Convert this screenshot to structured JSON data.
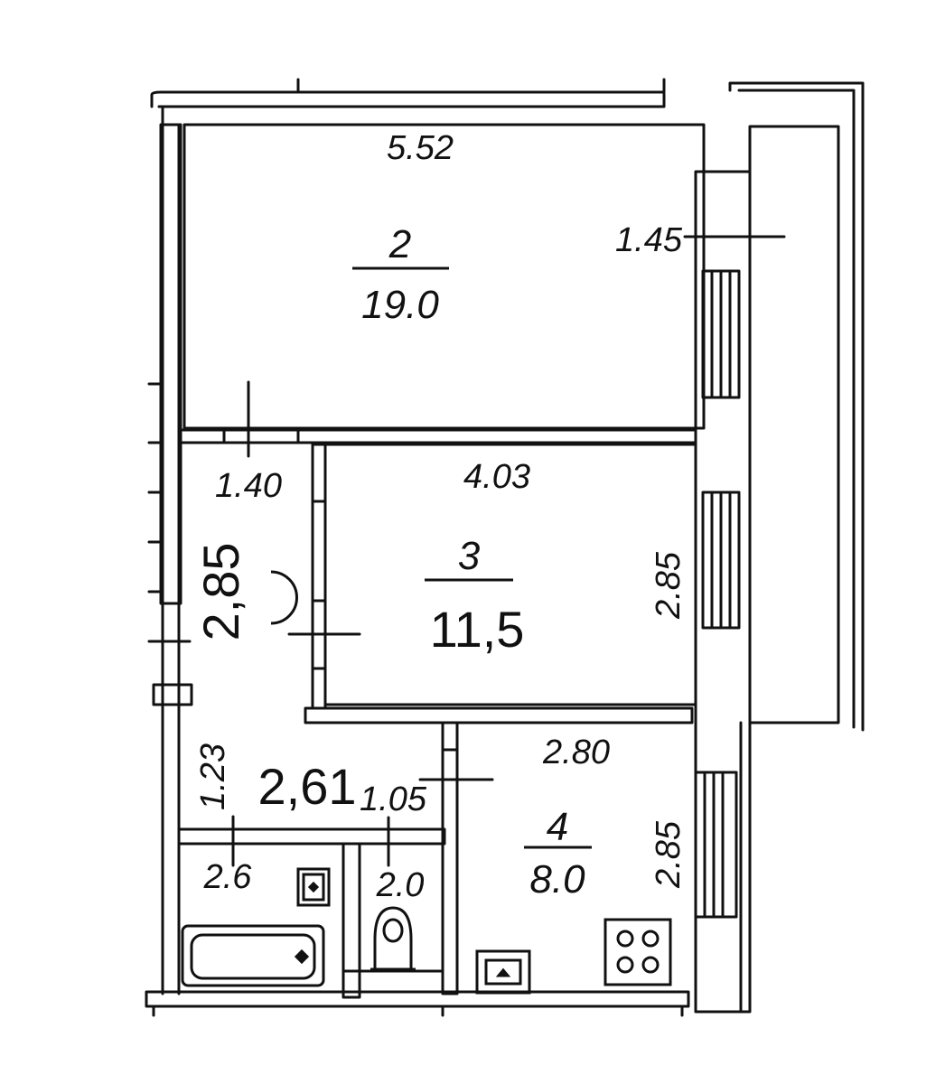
{
  "rooms": [
    {
      "number": "2",
      "area": "19.0"
    },
    {
      "number": "3",
      "area": "11,5"
    },
    {
      "number": "4",
      "area": "8.0"
    }
  ],
  "corridor": {
    "area": "2,61"
  },
  "dimensions": {
    "room2_width": "5.52",
    "balcony_width": "1.45",
    "corridor_width": "1.40",
    "corridor_length": "2,85",
    "room3_width": "4.03",
    "room3_depth": "2.85",
    "hall_depth": "1.23",
    "hall_bath_width": "1.05",
    "bath_area": "2.6",
    "wc_area": "2.0",
    "kitchen_width": "2.80",
    "kitchen_depth": "2.85"
  },
  "colors": {
    "line": "#111111",
    "background": "#ffffff"
  }
}
